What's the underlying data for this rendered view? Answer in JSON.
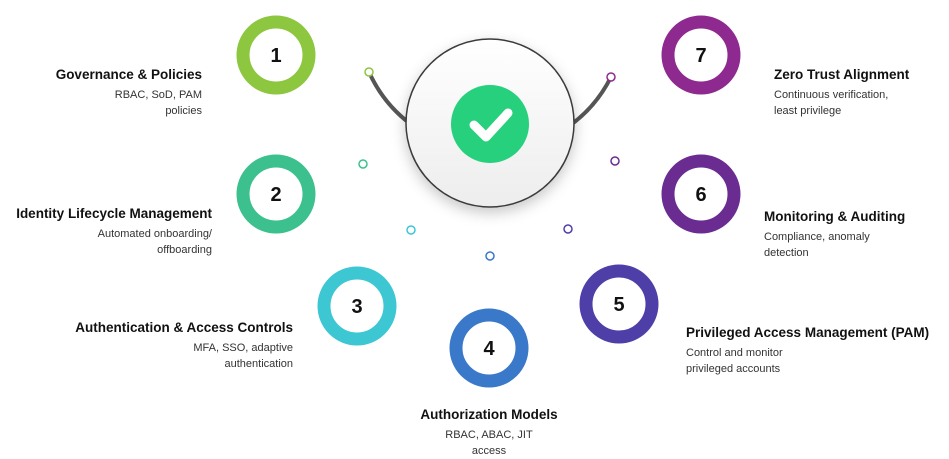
{
  "steps": [
    {
      "number": "1",
      "title": "Governance & Policies",
      "desc_line1": "RBAC, SoD, PAM",
      "desc_line2": "policies",
      "color": "#8DC63F"
    },
    {
      "number": "2",
      "title": "Identity Lifecycle Management",
      "desc_line1": "Automated onboarding/",
      "desc_line2": "offboarding",
      "color": "#3CC08E"
    },
    {
      "number": "3",
      "title": "Authentication & Access Controls",
      "desc_line1": "MFA, SSO, adaptive",
      "desc_line2": "authentication",
      "color": "#3CC7D3"
    },
    {
      "number": "4",
      "title": "Authorization Models",
      "desc_line1": "RBAC, ABAC, JIT",
      "desc_line2": "access",
      "color": "#3A78C9"
    },
    {
      "number": "5",
      "title": "Privileged Access Management (PAM)",
      "desc_line1": "Control and monitor",
      "desc_line2": "privileged accounts",
      "color": "#4E3FA8"
    },
    {
      "number": "6",
      "title": "Monitoring & Auditing",
      "desc_line1": "Compliance, anomaly",
      "desc_line2": "detection",
      "color": "#6A2C91"
    },
    {
      "number": "7",
      "title": "Zero Trust Alignment",
      "desc_line1": "Continuous verification,",
      "desc_line2": "least privilege",
      "color": "#8E2A8F"
    }
  ],
  "center": {
    "icon": "check-icon",
    "color": "#27D07C"
  },
  "arc_color": "#555555"
}
